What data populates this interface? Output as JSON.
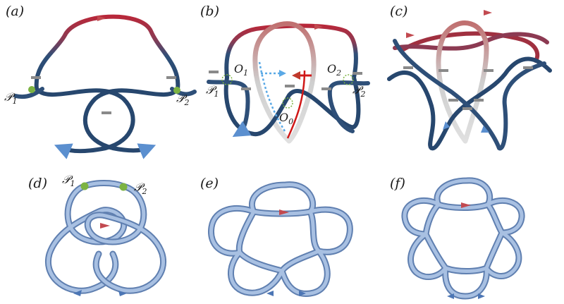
{
  "panels": {
    "a": {
      "label": "(a)"
    },
    "b": {
      "label": "(b)"
    },
    "c": {
      "label": "(c)"
    },
    "d": {
      "label": "(d)"
    },
    "e": {
      "label": "(e)"
    },
    "f": {
      "label": "(f)"
    }
  },
  "points": {
    "p1": {
      "main": "𝒫",
      "sub": "1"
    },
    "p2": {
      "main": "𝒫",
      "sub": "2"
    },
    "o0": {
      "main": "O",
      "sub": "0"
    },
    "o1": {
      "main": "O",
      "sub": "1"
    },
    "o2": {
      "main": "O",
      "sub": "2"
    }
  },
  "colors": {
    "tube_blue": "#27476e",
    "tube_light": "#8aa5cf",
    "tube_red": "#b8283a",
    "tube_white": "#d8d8d8",
    "marker_green": "#7cb342",
    "dash_gray": "#8a8a8a",
    "arrow_cyan": "#5aa9e6",
    "arrow_red": "#d01818"
  }
}
